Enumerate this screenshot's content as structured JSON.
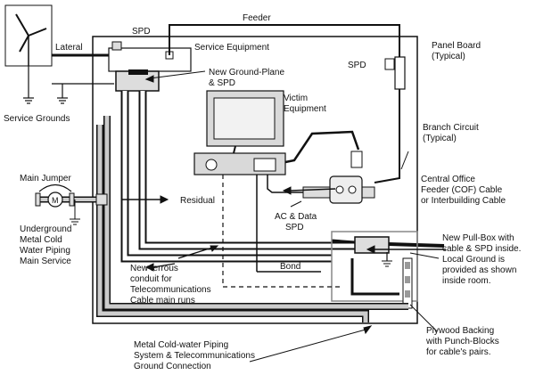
{
  "labels": {
    "spd_top": "SPD",
    "feeder": "Feeder",
    "lateral": "Lateral",
    "service_equipment": "Service Equipment",
    "new_ground_plane_1": "New Ground-Plane",
    "new_ground_plane_2": "& SPD",
    "service_grounds": "Service Grounds",
    "victim_1": "Victim",
    "victim_2": "Equipment",
    "panel_board_1": "Panel Board",
    "panel_board_2": "(Typical)",
    "spd_panel": "SPD",
    "branch_circuit_1": "Branch Circuit",
    "branch_circuit_2": "(Typical)",
    "main_jumper": "Main Jumper",
    "meter_symbol": "M",
    "residual": "Residual",
    "cof_1": "Central Office",
    "cof_2": "Feeder (COF) Cable",
    "cof_3": "or Interbuilding Cable",
    "ac_data_1": "AC & Data",
    "ac_data_2": "SPD",
    "underground_1": "Underground",
    "underground_2": "Metal Cold",
    "underground_3": "Water Piping",
    "underground_4": "Main Service",
    "pull_box_1": "New Pull-Box with",
    "pull_box_2": "cable & SPD inside.",
    "pull_box_3": "Local Ground is",
    "pull_box_4": "provided as shown",
    "pull_box_5": "inside room.",
    "bond": "Bond",
    "ferrous_1": "New ferrous",
    "ferrous_2": "conduit for",
    "ferrous_3": "Telecommunications",
    "ferrous_4": "Cable main runs",
    "plywood_1": "Plywood Backing",
    "plywood_2": "with Punch-Blocks",
    "plywood_3": "for cable's pairs.",
    "coldwater_1": "Metal Cold-water Piping",
    "coldwater_2": "System & Telecommunications",
    "coldwater_3": "Ground Connection"
  },
  "colors": {
    "line": "#111111",
    "gray_fill": "#cccccc",
    "light_fill": "#e6e6e6",
    "monitor_fill": "#d9d9d9",
    "screen_fill": "#f2f2f2"
  }
}
